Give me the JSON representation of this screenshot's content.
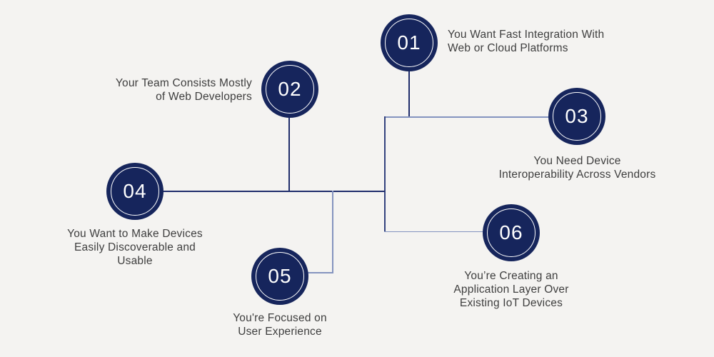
{
  "diagram": {
    "title_implicit": "",
    "background": "#f4f3f1",
    "node_fill": "#16255c",
    "node_ring_color": "#ffffff",
    "node_number_color": "#ffffff",
    "label_text_color": "#3e3e3e",
    "line_color_primary": "#1f2d6b",
    "line_color_mid": "#33427e",
    "line_color_secondary": "#8493bf",
    "items": [
      {
        "number": "01",
        "label": "You Want Fast Integration With\nWeb or Cloud Platforms"
      },
      {
        "number": "02",
        "label": "Your Team Consists Mostly\nof Web Developers"
      },
      {
        "number": "03",
        "label": "You Need Device\nInteroperability Across Vendors"
      },
      {
        "number": "04",
        "label": "You Want to Make Devices\nEasily Discoverable and\nUsable"
      },
      {
        "number": "05",
        "label": "You're Focused on\nUser Experience"
      },
      {
        "number": "06",
        "label": "You’re Creating an\nApplication Layer Over\nExisting IoT Devices"
      }
    ]
  }
}
